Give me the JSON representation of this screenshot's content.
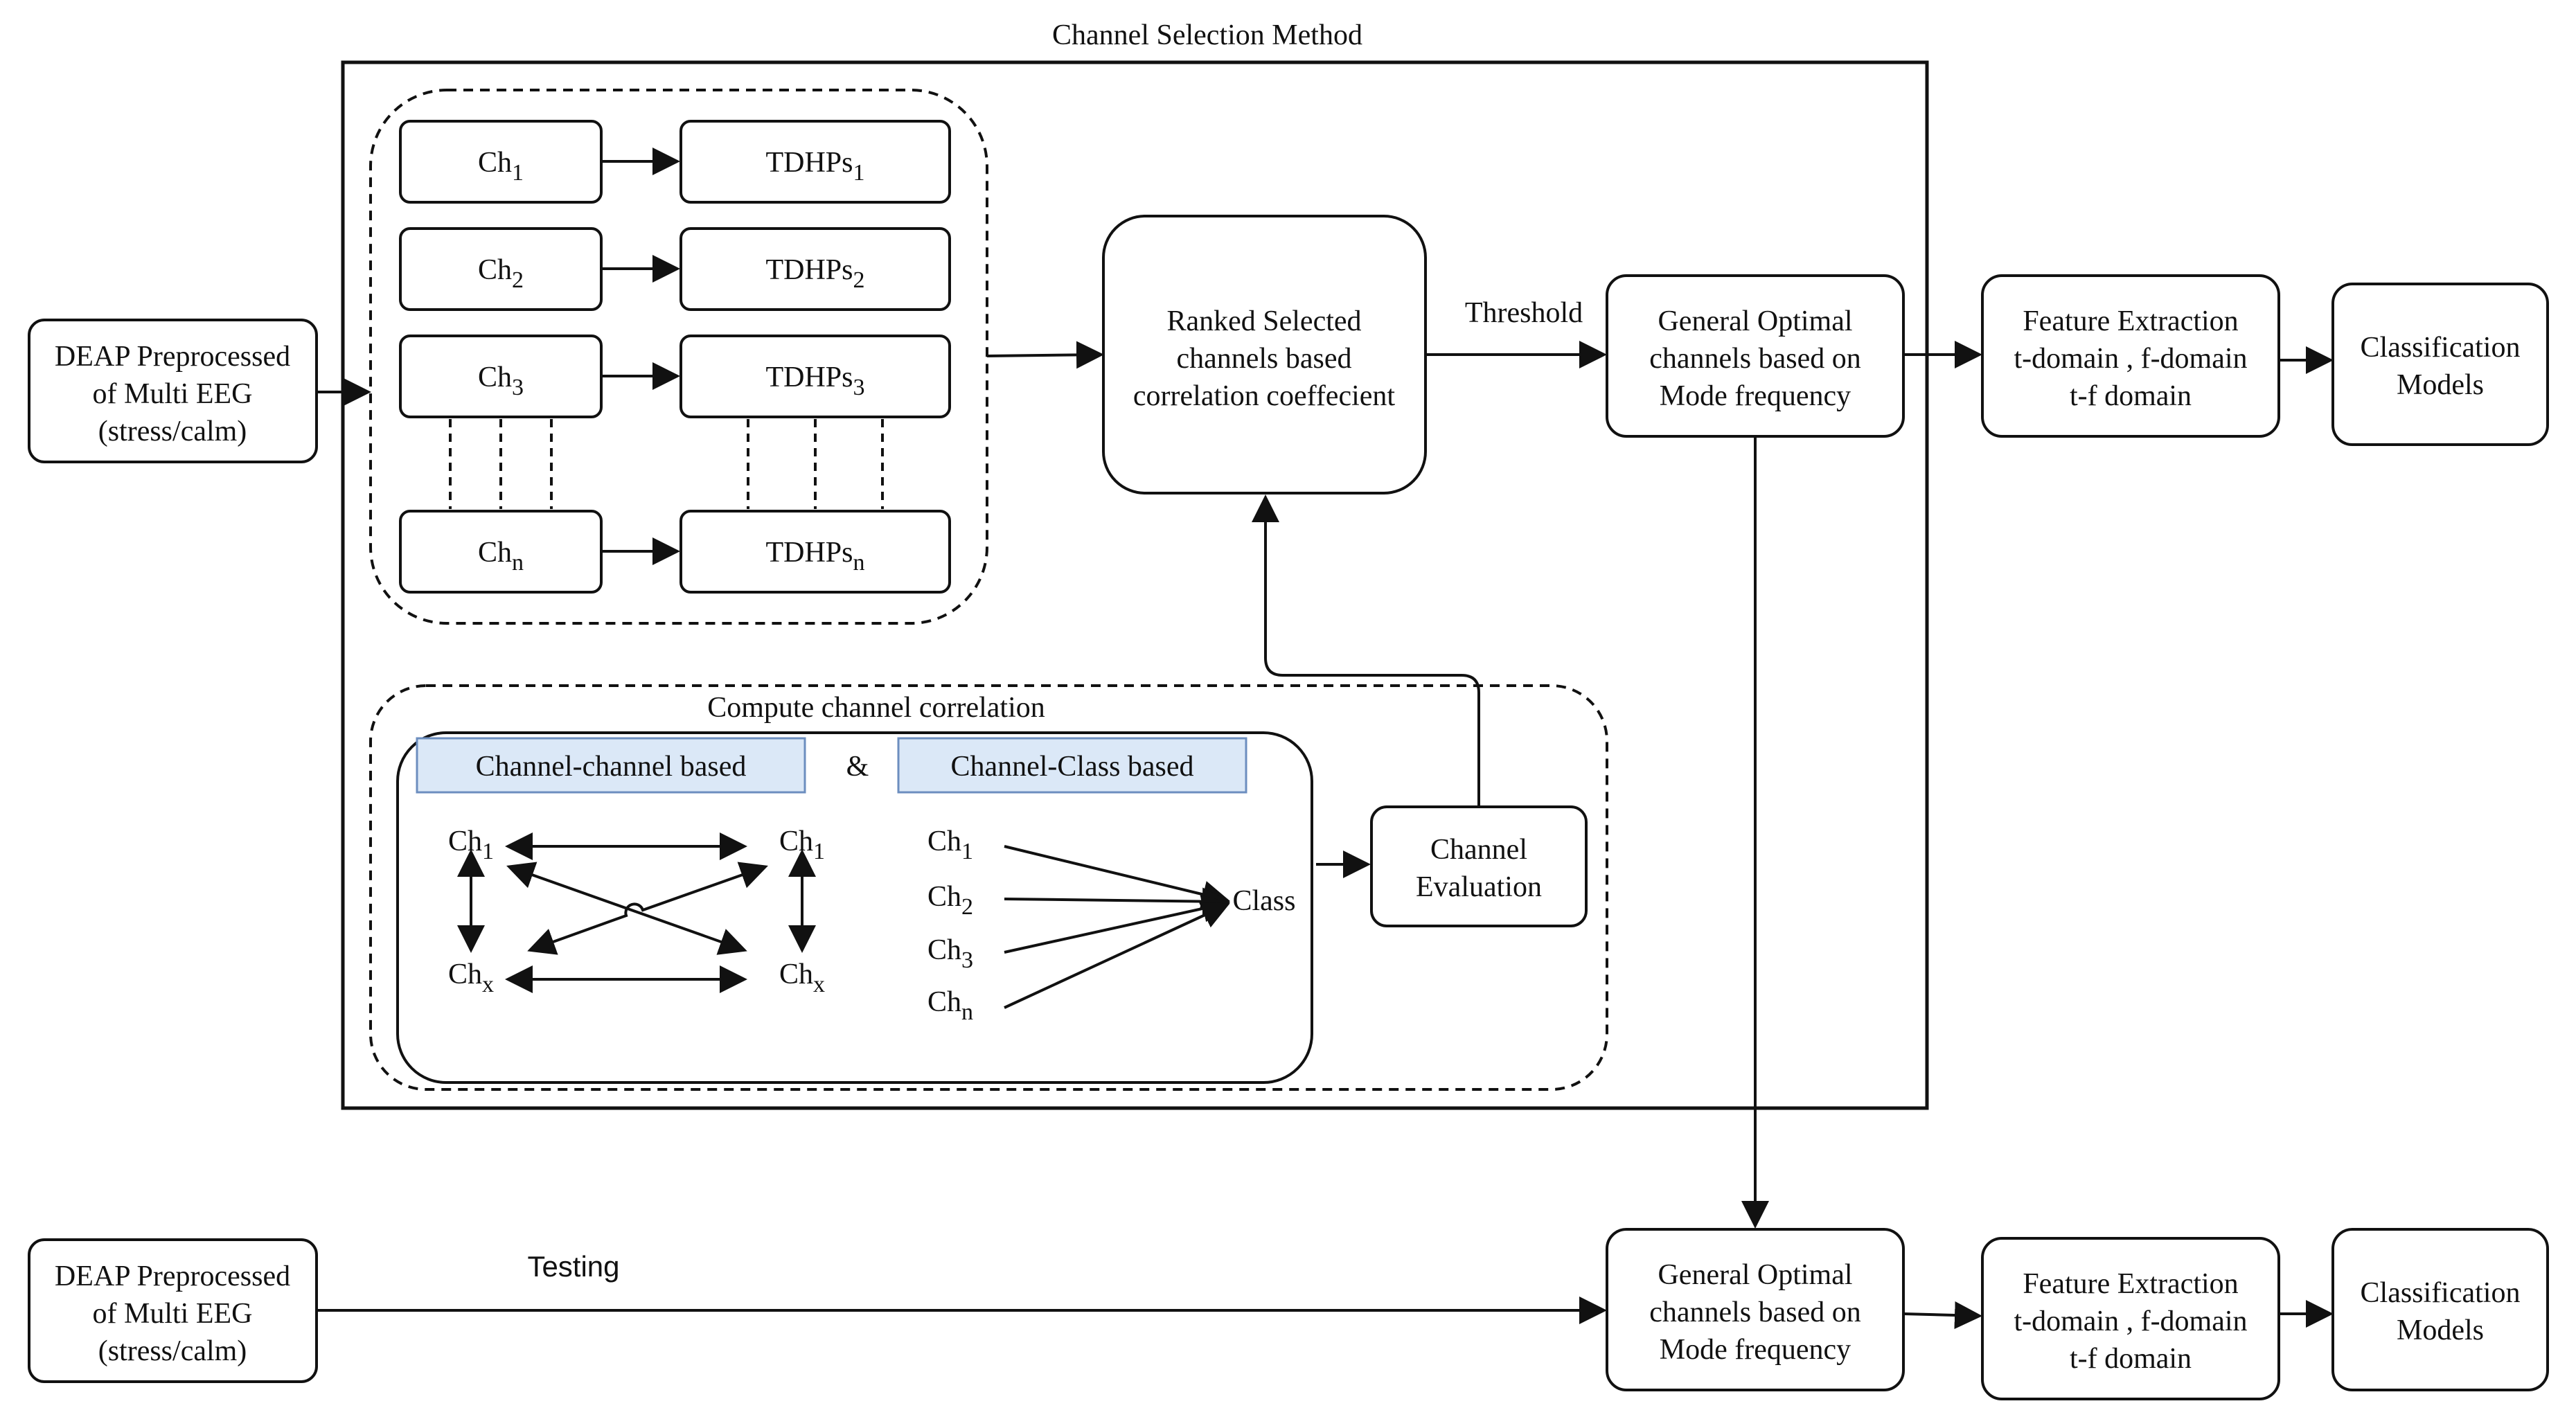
{
  "title": "Channel Selection Method",
  "input_train": [
    "DEAP Preprocessed",
    "of Multi EEG",
    "(stress/calm)"
  ],
  "input_test": [
    "DEAP Preprocessed",
    "of Multi EEG",
    "(stress/calm)"
  ],
  "channels": [
    {
      "base": "Ch",
      "sub": "1"
    },
    {
      "base": "Ch",
      "sub": "2"
    },
    {
      "base": "Ch",
      "sub": "3"
    },
    {
      "base": "Ch",
      "sub": "n"
    }
  ],
  "tdhps": [
    {
      "base": "TDHPs",
      "sub": "1"
    },
    {
      "base": "TDHPs",
      "sub": "2"
    },
    {
      "base": "TDHPs",
      "sub": "3"
    },
    {
      "base": "TDHPs",
      "sub": "n"
    }
  ],
  "ranked": [
    "Ranked Selected",
    "channels based",
    "correlation coeffecient"
  ],
  "threshold": "Threshold",
  "general_optimal": [
    "General Optimal",
    "channels based on",
    "Mode frequency"
  ],
  "feature_extraction": [
    "Feature Extraction",
    "t-domain , f-domain",
    "t-f domain"
  ],
  "classification": [
    "Classification",
    "Models"
  ],
  "compute_title": "Compute channel correlation",
  "cc_label": "Channel-channel based",
  "amp": "&",
  "class_based_label": "Channel-Class based",
  "cc_nodes": {
    "top_left": {
      "base": "Ch",
      "sub": "1"
    },
    "top_right": {
      "base": "Ch",
      "sub": "1"
    },
    "bottom_left": {
      "base": "Ch",
      "sub": "x"
    },
    "bottom_right": {
      "base": "Ch",
      "sub": "x"
    }
  },
  "class_channels": [
    {
      "base": "Ch",
      "sub": "1"
    },
    {
      "base": "Ch",
      "sub": "2"
    },
    {
      "base": "Ch",
      "sub": "3"
    },
    {
      "base": "Ch",
      "sub": "n"
    }
  ],
  "class_target": "Class",
  "evaluation": [
    "Channel",
    "Evaluation"
  ],
  "testing": "Testing",
  "colors": {
    "stroke": "#111111",
    "label_fill": "#dbe8f7",
    "label_stroke": "#6c8ebf"
  }
}
